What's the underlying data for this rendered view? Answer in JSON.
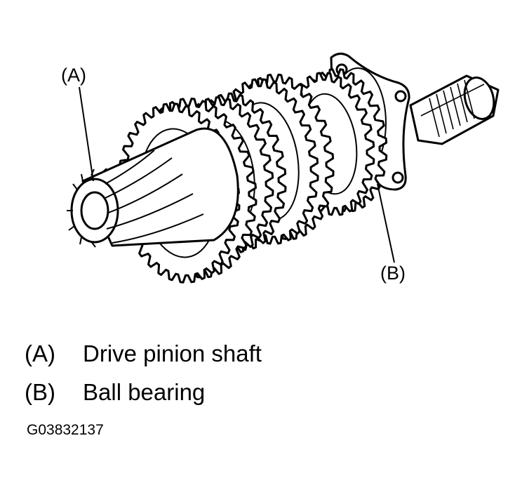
{
  "callouts": {
    "a": "(A)",
    "b": "(B)"
  },
  "legend": [
    {
      "key": "(A)",
      "text": "Drive pinion shaft"
    },
    {
      "key": "(B)",
      "text": "Ball bearing"
    }
  ],
  "figure_code": "G03832137"
}
